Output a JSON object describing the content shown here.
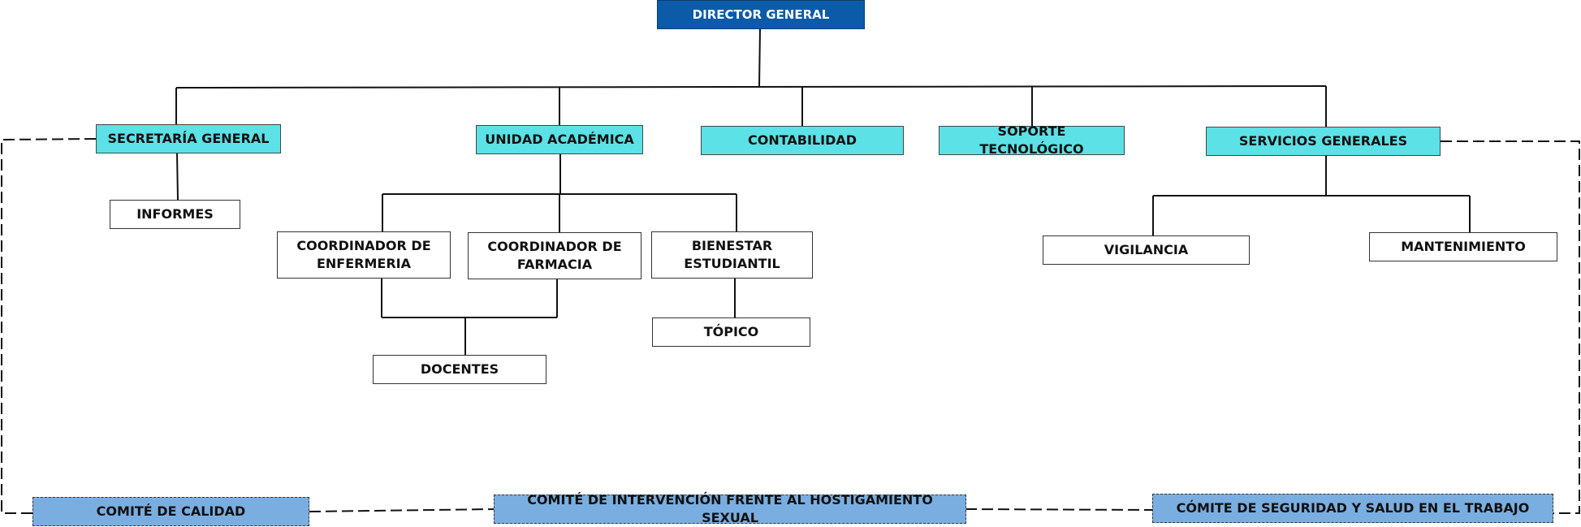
{
  "director": "DIRECTOR GENERAL",
  "departments": {
    "secretaria": "SECRETARÍA GENERAL",
    "unidad_academica": "UNIDAD ACADÉMICA",
    "contabilidad": "CONTABILIDAD",
    "soporte": "SOPORTE TECNOLÓGICO",
    "servicios": "SERVICIOS GENERALES"
  },
  "units": {
    "informes": "INFORMES",
    "enfermeria": "COORDINADOR DE\nENFERMERIA",
    "farmacia": "COORDINADOR DE\nFARMACIA",
    "bienestar": "BIENESTAR\nESTUDIANTIL",
    "topico": "TÓPICO",
    "docentes": "DOCENTES",
    "vigilancia": "VIGILANCIA",
    "mantenimiento": "MANTENIMIENTO"
  },
  "committees": {
    "calidad": "COMITÉ DE CALIDAD",
    "hostigamiento": "COMITÉ DE INTERVENCIÓN FRENTE AL HOSTIGAMIENTO SEXUAL",
    "seguridad": "CÓMITE DE SEGURIDAD Y SALUD EN EL TRABAJO"
  },
  "colors": {
    "director": "#0b5ba8",
    "department": "#5ce1e6",
    "committee": "#7aaee0",
    "line": "#111111"
  }
}
